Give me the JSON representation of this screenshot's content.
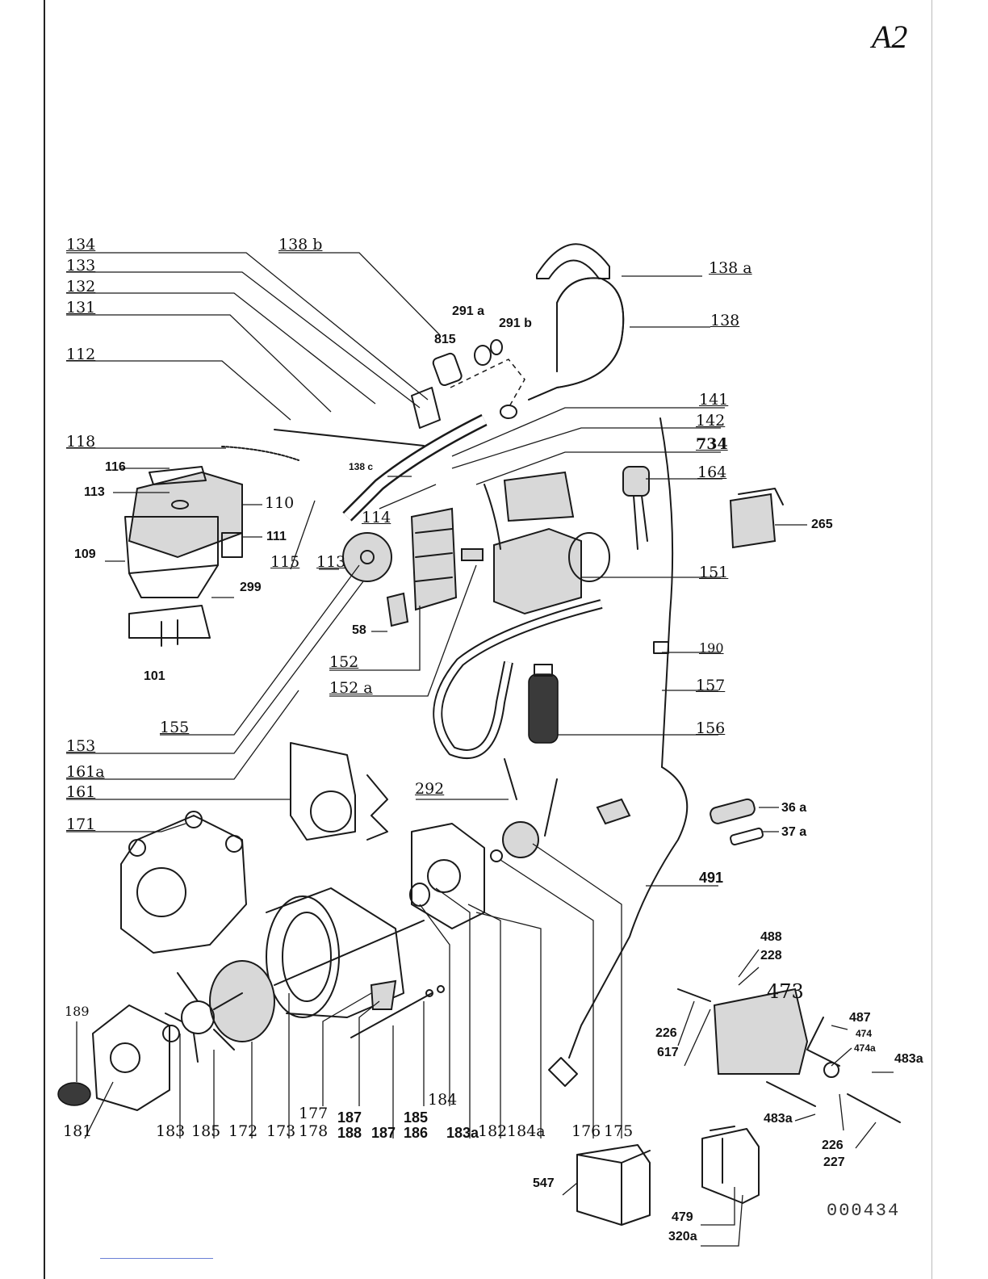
{
  "header": {
    "page_id": "A2"
  },
  "footer": {
    "doc_number": "000434"
  },
  "labels": {
    "l134": "134",
    "l133": "133",
    "l132": "132",
    "l131": "131",
    "l112": "112",
    "l118": "118",
    "l116": "116",
    "l113": "113",
    "l110": "110",
    "l111": "111",
    "l109": "109",
    "l299": "299",
    "l101": "101",
    "l115": "115",
    "l113b": "113",
    "l114": "114",
    "l58": "58",
    "l152": "152",
    "l152a": "152 a",
    "l155": "155",
    "l153": "153",
    "l161a": "161a",
    "l161": "161",
    "l171": "171",
    "l138b": "138 b",
    "l138a": "138 a",
    "l138": "138",
    "l291a": "291 a",
    "l291b": "291 b",
    "l815": "815",
    "l138c": "138 c",
    "l141": "141",
    "l142": "142",
    "l734": "734",
    "l164": "164",
    "l265": "265",
    "l151": "151",
    "l190": "190",
    "l157": "157",
    "l156": "156",
    "l292": "292",
    "l36a": "36 a",
    "l37a": "37 a",
    "l491": "491",
    "l488": "488",
    "l228": "228",
    "l473": "473",
    "l226": "226",
    "l617": "617",
    "l487": "487",
    "l474": "474",
    "l474a": "474a",
    "l483a": "483a",
    "l483a2": "483a",
    "l226b": "226",
    "l227": "227",
    "l547": "547",
    "l479": "479",
    "l320a": "320a",
    "l189": "189",
    "l181": "181",
    "l183": "183",
    "l185": "185",
    "l172": "172",
    "l173": "173",
    "l177": "177",
    "l178": "178",
    "l187": "187",
    "l188": "188",
    "l187b": "187",
    "l185b": "185",
    "l186": "186",
    "l184": "184",
    "l183a": "183a",
    "l182": "182",
    "l184a": "184a",
    "l176": "176",
    "l175": "175"
  }
}
